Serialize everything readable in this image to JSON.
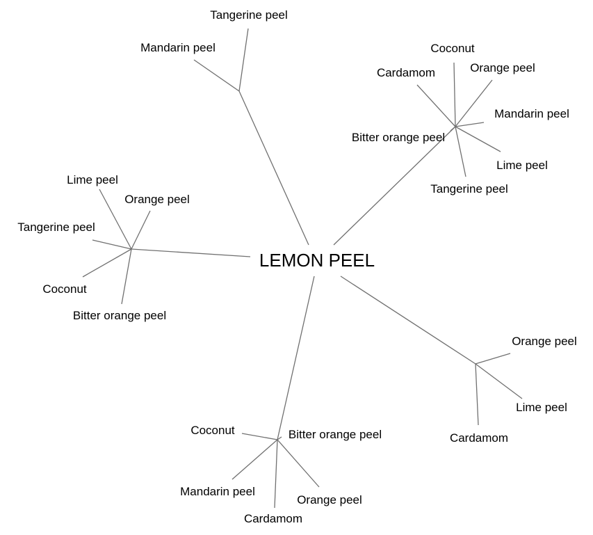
{
  "center": "LEMON PEEL",
  "clusters": [
    {
      "labels": [
        "Tangerine peel",
        "Mandarin peel"
      ]
    },
    {
      "labels": [
        "Coconut",
        "Cardamom",
        "Orange peel",
        "Mandarin peel",
        "Bitter orange peel",
        "Lime peel",
        "Tangerine peel"
      ]
    },
    {
      "labels": [
        "Lime peel",
        "Orange peel",
        "Tangerine peel",
        "Coconut",
        "Bitter orange peel"
      ]
    },
    {
      "labels": [
        "Coconut",
        "Bitter orange peel",
        "Mandarin peel",
        "Orange peel",
        "Cardamom"
      ]
    },
    {
      "labels": [
        "Orange peel",
        "Lime peel",
        "Cardamom"
      ]
    }
  ],
  "colors": {
    "edge": "#707070",
    "text": "#000000"
  }
}
